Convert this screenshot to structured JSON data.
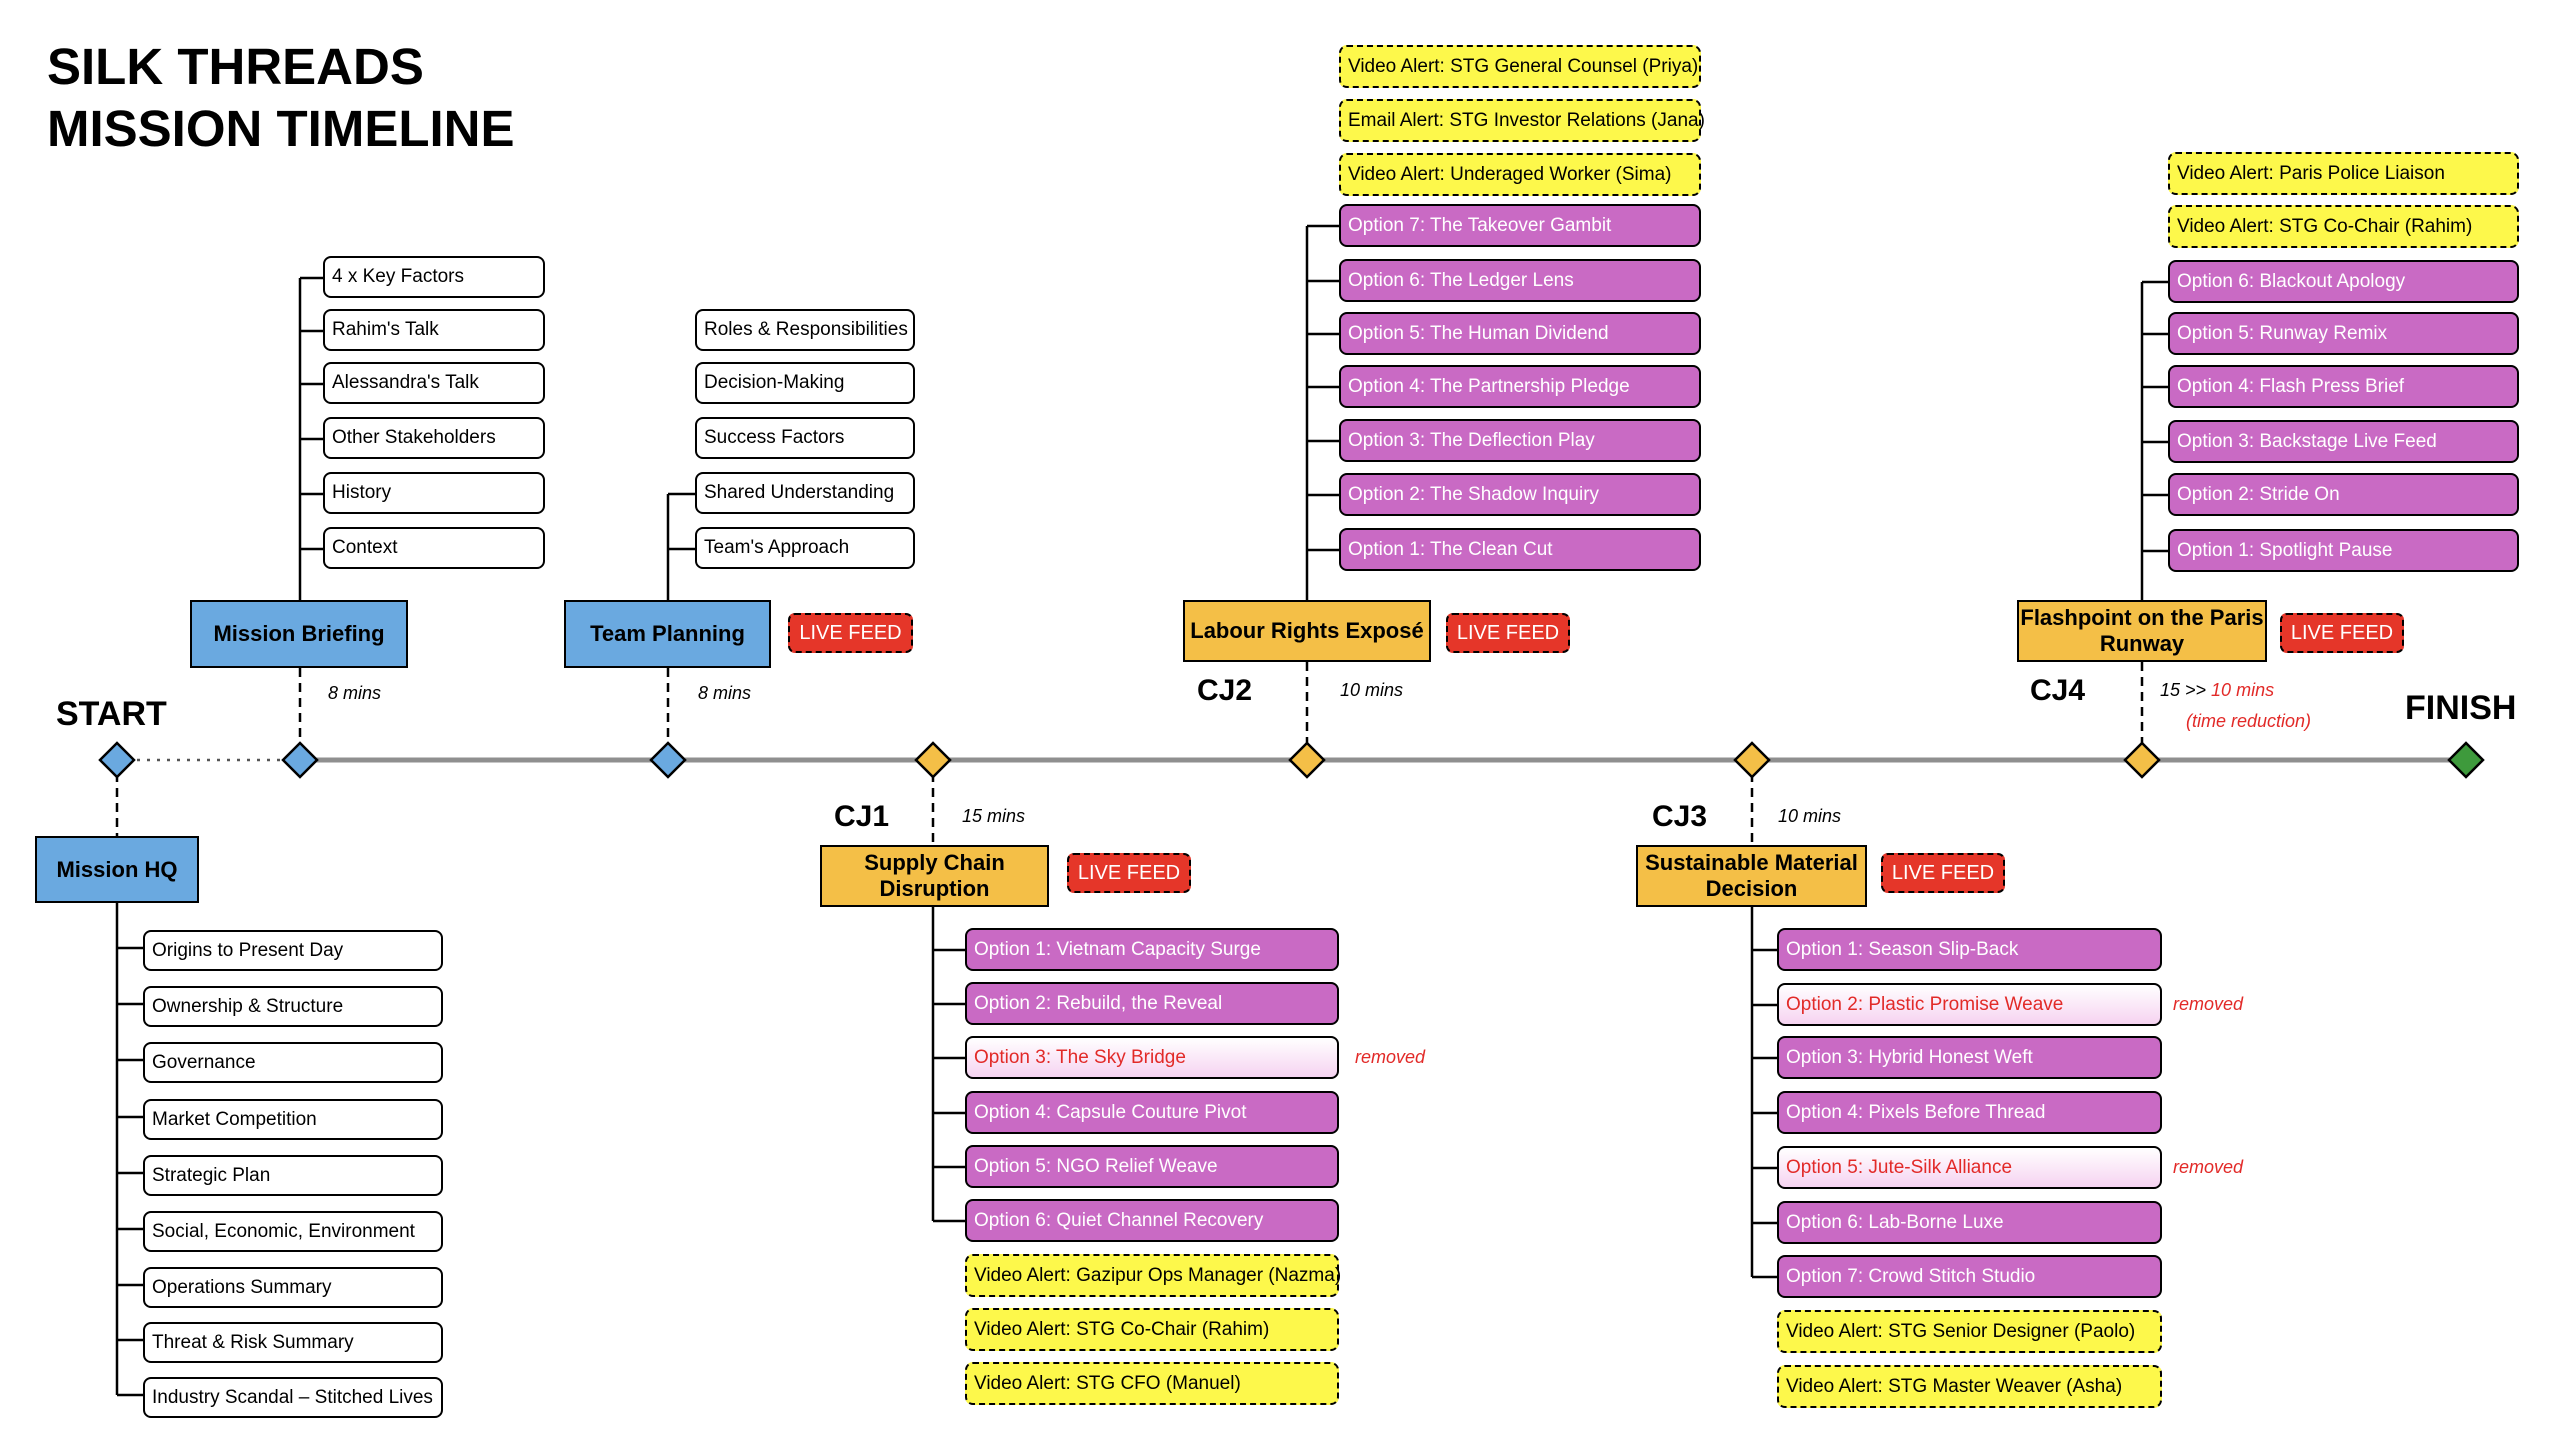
{
  "title": {
    "line1": "SILK THREADS",
    "line2": "MISSION TIMELINE"
  },
  "markers": {
    "start": "START",
    "finish": "FINISH",
    "cj1": "CJ1",
    "cj2": "CJ2",
    "cj3": "CJ3",
    "cj4": "CJ4"
  },
  "colors": {
    "blue_node": "#6aa9e0",
    "orange_node": "#f4bf47",
    "option": "#c96ac4",
    "alert": "#fdf84b",
    "live_feed": "#e53629",
    "finish_diamond": "#3e9a3c",
    "removed_text": "#e22a28"
  },
  "mission_hq": {
    "label": "Mission HQ",
    "items": [
      "Origins to Present Day",
      "Ownership & Structure",
      "Governance",
      "Market Competition",
      "Strategic Plan",
      "Social, Economic, Environment",
      "Operations Summary",
      "Threat & Risk Summary",
      "Industry Scandal – Stitched Lives"
    ]
  },
  "mission_briefing": {
    "label": "Mission Briefing",
    "duration": "8 mins",
    "items": [
      "4 x Key Factors",
      "Rahim's Talk",
      "Alessandra's Talk",
      "Other Stakeholders",
      "History",
      "Context"
    ]
  },
  "team_planning": {
    "label": "Team Planning",
    "duration": "8 mins",
    "live_feed": "LIVE FEED",
    "items": [
      "Roles & Responsibilities",
      "Decision-Making",
      "Success Factors",
      "Shared Understanding",
      "Team's Approach"
    ]
  },
  "cj1": {
    "label": "Supply Chain Disruption",
    "duration": "15 mins",
    "live_feed": "LIVE FEED",
    "options": [
      {
        "text": "Option 1: Vietnam Capacity Surge",
        "removed": false
      },
      {
        "text": "Option 2: Rebuild, the Reveal",
        "removed": false
      },
      {
        "text": "Option 3: The Sky Bridge",
        "removed": true
      },
      {
        "text": "Option 4: Capsule Couture Pivot",
        "removed": false
      },
      {
        "text": "Option 5: NGO Relief Weave",
        "removed": false
      },
      {
        "text": "Option 6: Quiet Channel Recovery",
        "removed": false
      }
    ],
    "removed_label": "removed",
    "alerts": [
      "Video Alert: Gazipur Ops Manager (Nazma)",
      "Video Alert: STG Co-Chair (Rahim)",
      "Video Alert: STG CFO (Manuel)"
    ]
  },
  "cj2": {
    "label": "Labour Rights Exposé",
    "duration": "10 mins",
    "live_feed": "LIVE FEED",
    "alerts": [
      "Video Alert: STG General Counsel (Priya)",
      "Email Alert: STG Investor Relations (Jana)",
      "Video Alert: Underaged Worker (Sima)"
    ],
    "options": [
      "Option 7: The Takeover Gambit",
      "Option 6: The Ledger Lens",
      "Option 5: The Human Dividend",
      "Option 4: The Partnership Pledge",
      "Option 3: The Deflection Play",
      "Option 2: The Shadow Inquiry",
      "Option 1: The Clean Cut"
    ]
  },
  "cj3": {
    "label": "Sustainable Material Decision",
    "duration": "10 mins",
    "live_feed": "LIVE FEED",
    "options": [
      {
        "text": "Option 1: Season Slip-Back",
        "removed": false
      },
      {
        "text": "Option 2: Plastic Promise Weave",
        "removed": true
      },
      {
        "text": "Option 3: Hybrid Honest Weft",
        "removed": false
      },
      {
        "text": "Option 4: Pixels Before Thread",
        "removed": false
      },
      {
        "text": "Option 5: Jute-Silk Alliance",
        "removed": true
      },
      {
        "text": "Option 6: Lab-Borne Luxe",
        "removed": false
      },
      {
        "text": "Option 7: Crowd Stitch Studio",
        "removed": false
      }
    ],
    "removed_label": "removed",
    "alerts": [
      "Video Alert: STG Senior Designer (Paolo)",
      "Video Alert: STG Master Weaver (Asha)"
    ]
  },
  "cj4": {
    "label": "Flashpoint on the Paris Runway",
    "duration_prefix": "15 >> ",
    "duration_new": "10 mins",
    "duration_note": "(time reduction)",
    "live_feed": "LIVE FEED",
    "alerts": [
      "Video Alert: Paris Police Liaison",
      "Video Alert: STG Co-Chair (Rahim)"
    ],
    "options": [
      "Option 6: Blackout Apology",
      "Option 5: Runway Remix",
      "Option 4: Flash Press Brief",
      "Option 3: Backstage Live Feed",
      "Option 2: Stride On",
      "Option 1: Spotlight Pause"
    ]
  }
}
